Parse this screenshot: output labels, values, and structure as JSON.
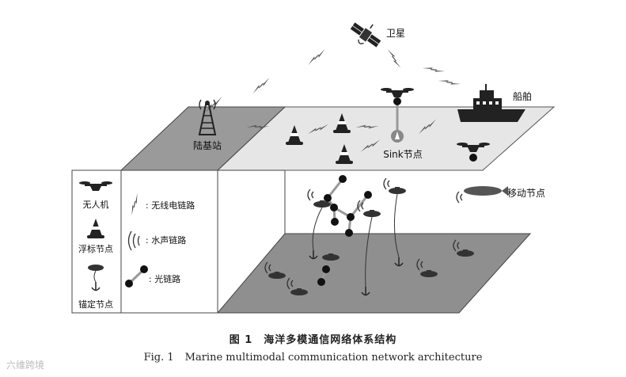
{
  "labels": {
    "satellite": "卫星",
    "ship": "船舶",
    "land_station": "陆基站",
    "sink_node": "Sink节点",
    "mobile_node": "移动节点"
  },
  "legend": {
    "uav": "无人机",
    "buoy": "浮标节点",
    "anchor": "锚定节点",
    "radio_link": ": 无线电链路",
    "acoustic_link": ": 水声链路",
    "optical_link": ": 光链路"
  },
  "caption": {
    "cn_num": "图 1",
    "cn_title": "海洋多模通信网络体系结构",
    "en_num": "Fig. 1",
    "en_title": "Marine multimodal communication network architecture"
  },
  "watermark": "六维跨境",
  "colors": {
    "surface": "#e2e2e2",
    "seabed": "#8f8f8f",
    "land": "#9a9a9a",
    "line": "#333333"
  }
}
